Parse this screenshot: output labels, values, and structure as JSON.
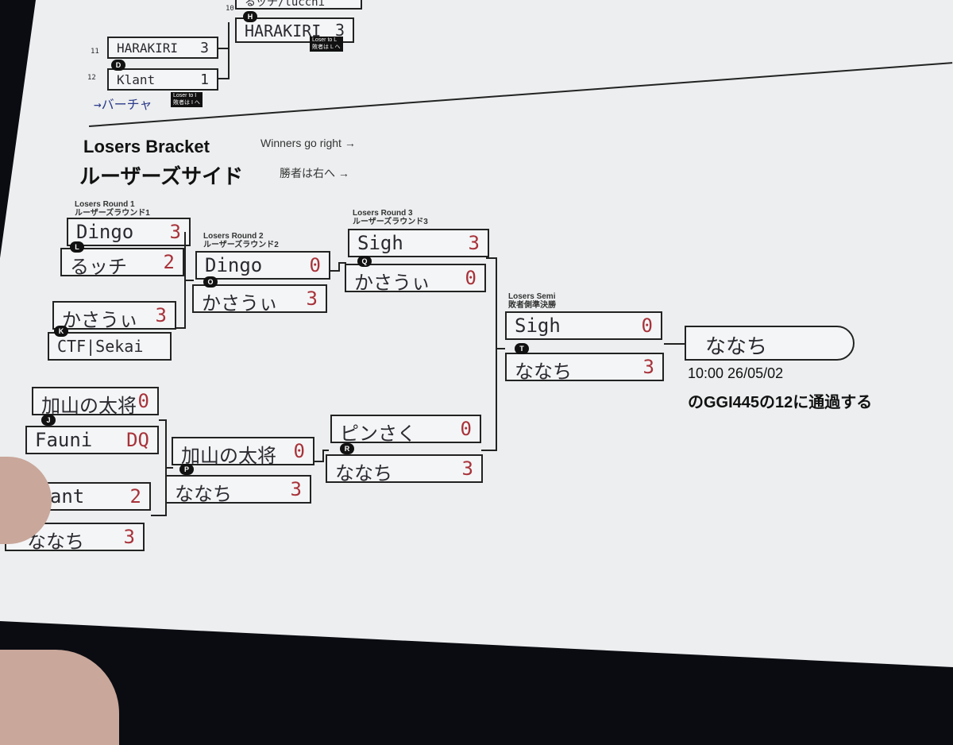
{
  "top": {
    "harakiri_d": {
      "name": "HARAKIRI",
      "score": "3"
    },
    "klant_d": {
      "name": "Klant",
      "score": "1"
    },
    "match_d": "D",
    "seed_a": "11",
    "seed_b": "12",
    "loser_tag_d": "Loser to I\n敗者は I へ",
    "note": "→バーチャ",
    "rutchi_h": "るッチ/lucchi",
    "harakiri_h": {
      "name": "HARAKIRI",
      "score": "3"
    },
    "match_h": "H",
    "seed_h": "10",
    "loser_tag_h": "Loser to L\n敗者は L へ"
  },
  "losers": {
    "title_en": "Losers Bracket",
    "sub_en": "Winners go right →",
    "title_jp": "ルーザーズサイド",
    "sub_jp": "勝者は右へ →",
    "round1": {
      "en": "Losers Round 1",
      "jp": "ルーザーズラウンド1"
    },
    "round2": {
      "en": "Losers Round 2",
      "jp": "ルーザーズラウンド2"
    },
    "round3": {
      "en": "Losers Round 3",
      "jp": "ルーザーズラウンド3"
    },
    "semi": {
      "en": "Losers Semi",
      "jp": "敗者側準決勝"
    },
    "matches": {
      "L": {
        "a": {
          "name": "Dingo",
          "score": "3"
        },
        "b": {
          "name": "るッチ",
          "score": "2"
        }
      },
      "K": {
        "a": {
          "name": "かさうぃ",
          "score": "3"
        },
        "b": {
          "name": "CTF|Sekai",
          "score": ""
        }
      },
      "J": {
        "a": {
          "name": "加山の太将",
          "score": "0"
        },
        "b": {
          "name": "Fauni",
          "score": "DQ"
        }
      },
      "I": {
        "a": {
          "name": "Klant",
          "score": "2"
        },
        "b": {
          "name": "ななち",
          "score": "3"
        }
      },
      "O": {
        "a": {
          "name": "Dingo",
          "score": "0"
        },
        "b": {
          "name": "かさうぃ",
          "score": "3"
        }
      },
      "P": {
        "a": {
          "name": "加山の太将",
          "score": "0"
        },
        "b": {
          "name": "ななち",
          "score": "3"
        }
      },
      "Q": {
        "a": {
          "name": "Sigh",
          "score": "3"
        },
        "b": {
          "name": "かさうぃ",
          "score": "0"
        }
      },
      "R": {
        "a": {
          "name": "ピンさく",
          "score": "0"
        },
        "b": {
          "name": "ななち",
          "score": "3"
        }
      },
      "T": {
        "a": {
          "name": "Sigh",
          "score": "0"
        },
        "b": {
          "name": "ななち",
          "score": "3"
        }
      }
    },
    "labels": {
      "L": "L",
      "K": "K",
      "J": "J",
      "O": "O",
      "P": "P",
      "Q": "Q",
      "R": "R",
      "T": "T"
    },
    "winner": "ななち",
    "time": "10:00 26/05/02",
    "advance_note": "のGGI445の12に通過する"
  }
}
